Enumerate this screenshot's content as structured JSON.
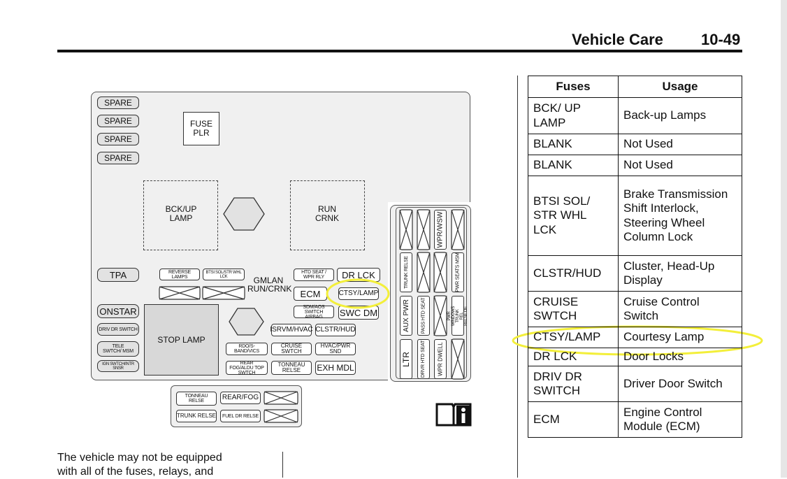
{
  "header": {
    "title": "Vehicle Care",
    "page_number": "10-49"
  },
  "diagram": {
    "spares": [
      "SPARE",
      "SPARE",
      "SPARE",
      "SPARE"
    ],
    "fuse_puller": "FUSE PLR",
    "relay_bck_up_lamp": "BCK/UP LAMP",
    "relay_run_crnk": "RUN CRNK",
    "tpa": "TPA",
    "reverse_lamps": "REVERSE LAMPS",
    "btsi": "BTSI SOL/STR WHL LCK",
    "gmlan": "GMLAN RUN/CRNK",
    "htd_seat": "HTD SEAT / WPR RLY",
    "dr_lck": "DR LCK",
    "ecm": "ECM",
    "ctsy_lamp": "CTSY/LAMP",
    "onstar": "ONSTAR",
    "driv_dr_switch": "DRIV DR SWITCH",
    "tele_swtch": "TELE SWTCH/ MSM",
    "ign_swtch": "IGN SWTCH/INTR SNSR",
    "stop_lamp": "STOP LAMP",
    "sdm": "SDM/AOS SWITCH AIRBAG",
    "swc_dm": "SWC DM",
    "isrvm": "ISRVM/HVAC",
    "clstr_hud": "CLSTR/HUD",
    "rdo": "RDO/S-BAND/VICS",
    "cruise_swtch": "CRUISE SWTCH",
    "hvac_pwr": "HVAC/PWR SND",
    "rear_fog_aldu": "REAR FOG/ALDU TOP SWTCH",
    "tonneau_relse": "TONNEAU RELSE",
    "exh_mdl": "EXH MDL",
    "wpr_wsw": "WPR/WSW",
    "trunk_relse_v": "TRUNK RELSE",
    "pwr_seats_msm": "PWR SEATS MSM",
    "aux_pwr": "AUX PWR",
    "pass_htd_seat": "PASS HTD SEAT",
    "pwr_window": "PWR WINDOWS TRUNK REL RELSE OE",
    "ltr": "LTR",
    "drvr_htd_seat": "DRVR HTD SEAT",
    "wpr_dwell": "WPR DWELL",
    "lower_tonneau": "TONNEAU RELSE",
    "rear_fog": "REAR/FOG",
    "trunk_relse": "TRUNK RELSE",
    "fuel_dr": "FUEL DR RELSE",
    "highlight_color": "#f3ef3a"
  },
  "table": {
    "headers": [
      "Fuses",
      "Usage"
    ],
    "rows": [
      {
        "fuse": "BCK/ UP LAMP",
        "usage": "Back-up Lamps"
      },
      {
        "fuse": "BLANK",
        "usage": "Not Used"
      },
      {
        "fuse": "BLANK",
        "usage": "Not Used"
      },
      {
        "fuse": "BTSI SOL/ STR WHL LCK",
        "usage": "Brake Transmission Shift Interlock, Steering Wheel Column Lock"
      },
      {
        "fuse": "CLSTR/HUD",
        "usage": "Cluster, Head-Up Display"
      },
      {
        "fuse": "CRUISE SWTCH",
        "usage": "Cruise Control Switch"
      },
      {
        "fuse": "CTSY/LAMP",
        "usage": "Courtesy Lamp"
      },
      {
        "fuse": "DR LCK",
        "usage": "Door Locks"
      },
      {
        "fuse": "DRIV DR SWITCH",
        "usage": "Driver Door Switch"
      },
      {
        "fuse": "ECM",
        "usage": "Engine Control Module (ECM)"
      }
    ]
  },
  "body_text": [
    "The vehicle may not be equipped",
    "with all of the fuses, relays, and"
  ]
}
